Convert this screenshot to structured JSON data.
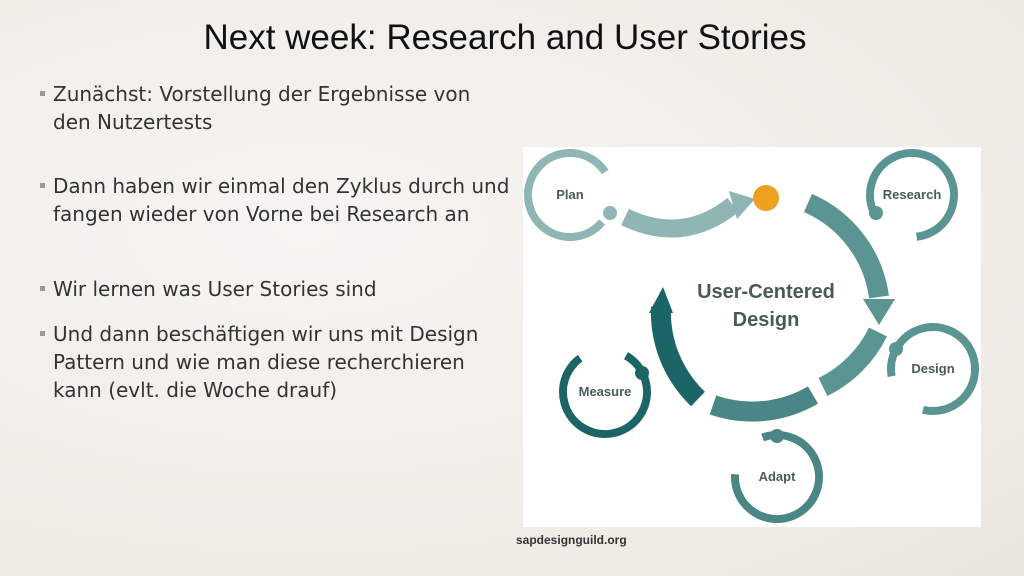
{
  "slide": {
    "title": "Next week: Research and User Stories",
    "bullets": [
      "Zunächst: Vorstellung der Ergebnisse von den Nutzertests",
      "Dann haben wir einmal den Zyklus durch und fangen wieder von Vorne bei Research an",
      "Wir lernen was User Stories sind",
      "Und dann beschäftigen wir uns mit Design Pattern und wie man diese recherchieren kann (evlt. die Woche drauf)"
    ],
    "source": "sapdesignguild.org"
  },
  "diagram": {
    "center_line1": "User-Centered",
    "center_line2": "Design",
    "stages": [
      "Plan",
      "Research",
      "Design",
      "Adapt",
      "Measure"
    ],
    "colors": {
      "light": "#8fb5b4",
      "medium": "#5b9593",
      "dark": "#1c6566",
      "text": "#4a5a5c",
      "accent": "#f0a020"
    }
  }
}
